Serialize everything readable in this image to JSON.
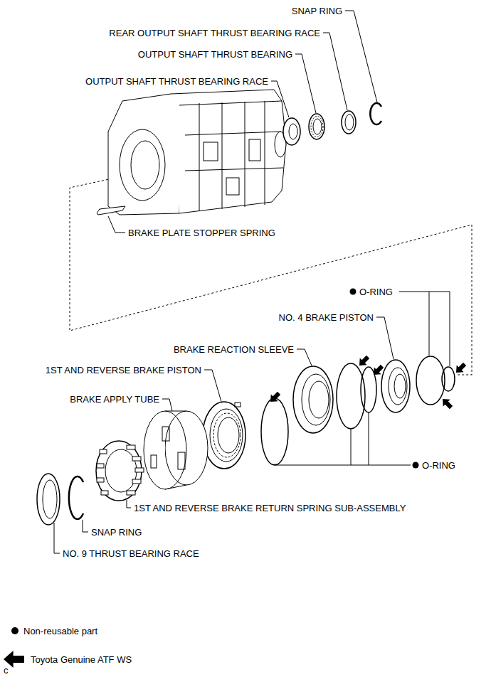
{
  "diagram": {
    "labels": [
      "SNAP RING",
      "REAR OUTPUT SHAFT THRUST BEARING RACE",
      "OUTPUT SHAFT THRUST BEARING",
      "OUTPUT SHAFT THRUST BEARING RACE",
      "BRAKE PLATE STOPPER SPRING",
      "O-RING",
      "NO. 4 BRAKE PISTON",
      "BRAKE REACTION SLEEVE",
      "1ST AND REVERSE BRAKE PISTON",
      "BRAKE APPLY TUBE",
      "O-RING",
      "1ST AND REVERSE BRAKE RETURN SPRING SUB-ASSEMBLY",
      "SNAP RING",
      "NO. 9 THRUST BEARING RACE",
      "c"
    ],
    "legend": [
      {
        "text": "Non-reusable part"
      },
      {
        "text": "Toyota Genuine ATF WS"
      }
    ]
  }
}
